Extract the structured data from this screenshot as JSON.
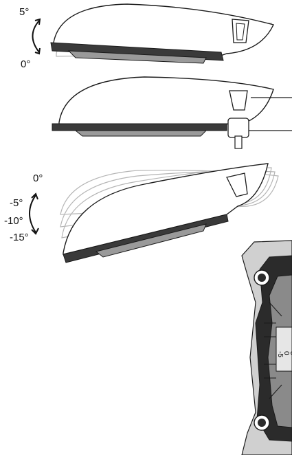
{
  "figure_1": {
    "angle_top": "5°",
    "angle_bottom": "0°"
  },
  "figure_2": {},
  "figure_3": {
    "angles": [
      "0°",
      "-5°",
      "-10°",
      "-15°"
    ]
  },
  "figure_4": {
    "markings": [
      "-5",
      "0",
      "5"
    ]
  },
  "colors": {
    "stroke": "#1a1a1a",
    "ghost_stroke": "#b5b5b5",
    "dark_fill": "#2b2b2b",
    "mid_fill": "#8a8a8a",
    "light_fill": "#d0d0d0"
  }
}
